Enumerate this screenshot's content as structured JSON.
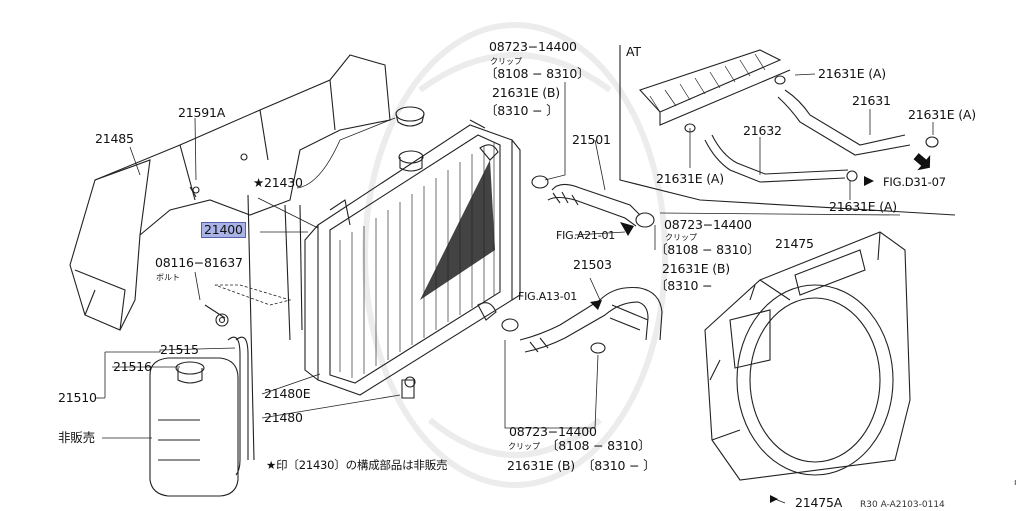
{
  "parts": {
    "p21485": "21485",
    "p21591A": "21591A",
    "p21430": "★21430",
    "p21400": "21400",
    "p08116": "08116−81637",
    "bolt_jp": "ボルト",
    "p21515": "21515",
    "p21516": "21516",
    "p21510": "21510",
    "p21480E": "21480E",
    "p21480": "21480",
    "p21501": "21501",
    "p21503": "21503",
    "p21475": "21475",
    "p21475A": "21475A",
    "p21631": "21631",
    "p21632": "21632"
  },
  "clip_top": {
    "num": "08723−14400",
    "jp": "クリップ",
    "range": "〔8108 − 8310〕",
    "hose": "21631E (B)",
    "range2": "〔8310 −        〕"
  },
  "clip_mid": {
    "num": "08723−14400",
    "jp": "クリップ",
    "range": "〔8108 − 8310〕",
    "hose": "21631E (B)",
    "range2": "〔8310 −"
  },
  "clip_bot": {
    "num": "08723−14400",
    "jp": "クリップ",
    "range": "〔8108 − 8310〕",
    "hose": "21631E (B)",
    "range2": "〔8310 −           〕"
  },
  "at_inset": {
    "title": "AT",
    "a1": "21631E (A)",
    "a2": "21631E (A)",
    "a3": "21631E (A)",
    "a4": "21631E (A)",
    "fig": "FIG.D31-07"
  },
  "figrefs": {
    "a21": "FIG.A21-01",
    "a13": "FIG.A13-01"
  },
  "not_sold": "非販売",
  "note": "★印〔21430〕の構成部品は非販売",
  "drawing_code": "R30 A-A2103-0114",
  "edge_mark": "ı"
}
